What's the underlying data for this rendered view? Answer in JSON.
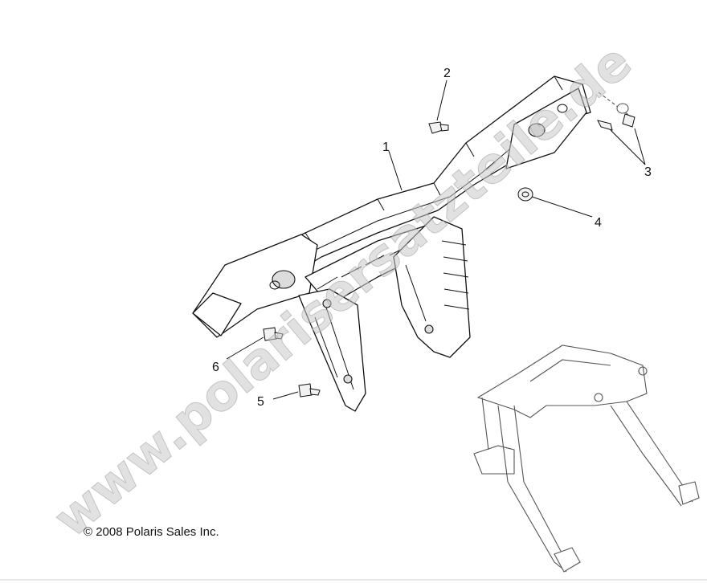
{
  "callouts": [
    {
      "id": "1",
      "label": "1"
    },
    {
      "id": "2",
      "label": "2"
    },
    {
      "id": "3",
      "label": "3"
    },
    {
      "id": "4",
      "label": "4"
    },
    {
      "id": "5",
      "label": "5"
    },
    {
      "id": "6",
      "label": "6"
    }
  ],
  "copyright": "© 2008 Polaris Sales Inc.",
  "watermark": "www.polarisersatzteile.de",
  "colors": {
    "line": "#111111",
    "watermark": "#c9c9c9",
    "background": "#ffffff"
  }
}
